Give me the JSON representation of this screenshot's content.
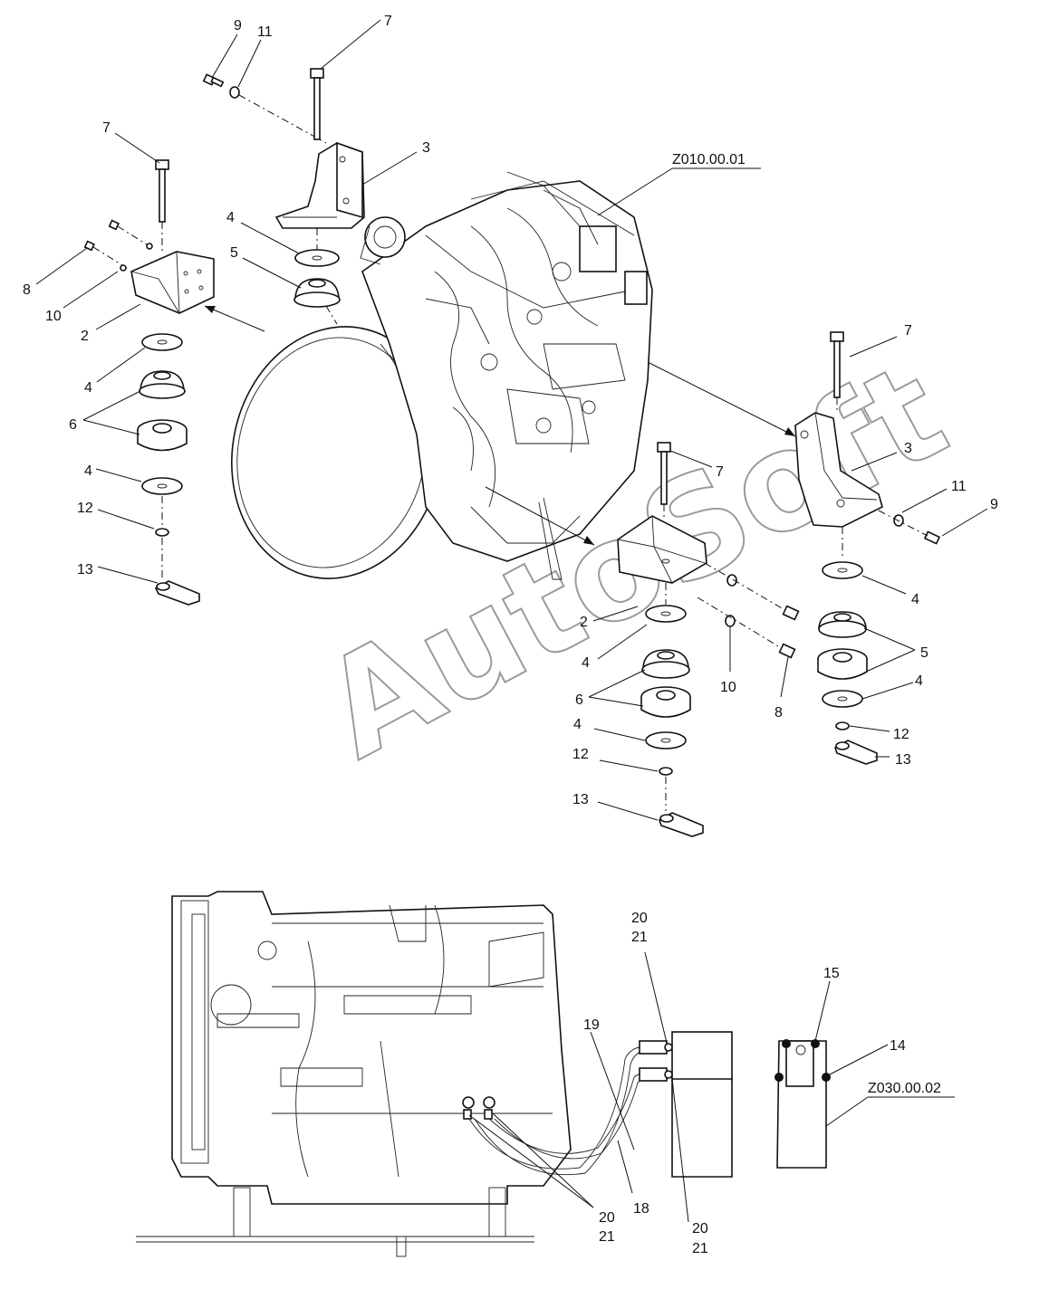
{
  "watermark": "AutoSoft",
  "references": {
    "engine": "Z010.00.01",
    "filter": "Z030.00.02"
  },
  "callouts": {
    "c9a": "9",
    "c11a": "11",
    "c7a": "7",
    "c3a": "3",
    "c7b": "7",
    "c4a": "4",
    "c5a": "5",
    "c8a": "8",
    "c10a": "10",
    "c2a": "2",
    "c4b": "4",
    "c6a": "6",
    "c4c": "4",
    "c12a": "12",
    "c13a": "13",
    "c7c": "7",
    "c3b": "3",
    "c11b": "11",
    "c9b": "9",
    "c7d": "7",
    "c4d": "4",
    "c5b": "5",
    "c4e": "4",
    "c12b": "12",
    "c13b": "13",
    "c2b": "2",
    "c4f": "4",
    "c6b": "6",
    "c4g": "4",
    "c12c": "12",
    "c13c": "13",
    "c10b": "10",
    "c8b": "8",
    "c20a": "20",
    "c21a": "21",
    "c19": "19",
    "c15": "15",
    "c14": "14",
    "c18": "18",
    "c20b": "20",
    "c21b": "21",
    "c20c": "20",
    "c21c": "21"
  }
}
